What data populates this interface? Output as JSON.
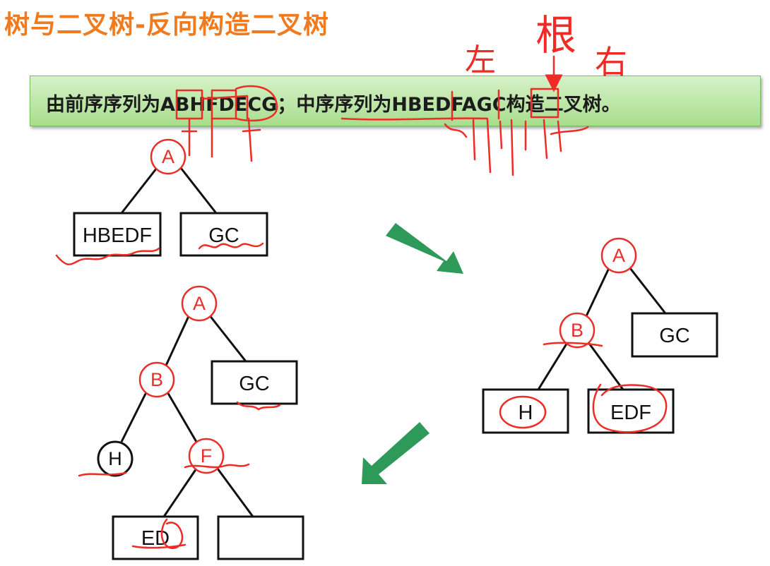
{
  "title": "树与二叉树-反向构造二叉树",
  "problem": "由前序序列为ABHFDECG；中序序列为HBEDFAGC构造二叉树。",
  "annotations": {
    "left": "左",
    "root": "根",
    "right": "右"
  },
  "diagram1": {
    "root": "A",
    "left_box": "HBEDF",
    "right_box": "GC"
  },
  "diagram2": {
    "root": "A",
    "left_node": "B",
    "right_box": "GC",
    "b_left_box": "H",
    "b_right_box": "EDF"
  },
  "diagram3": {
    "root": "A",
    "left_node": "B",
    "right_box": "GC",
    "b_left_node": "H",
    "b_right_node": "F",
    "f_left_box": "ED",
    "f_right_box": ""
  },
  "colors": {
    "title": "#f07a1e",
    "annotation": "#ef2b26",
    "arrow": "#2e9a5a",
    "banner": "#b9e4a4"
  }
}
